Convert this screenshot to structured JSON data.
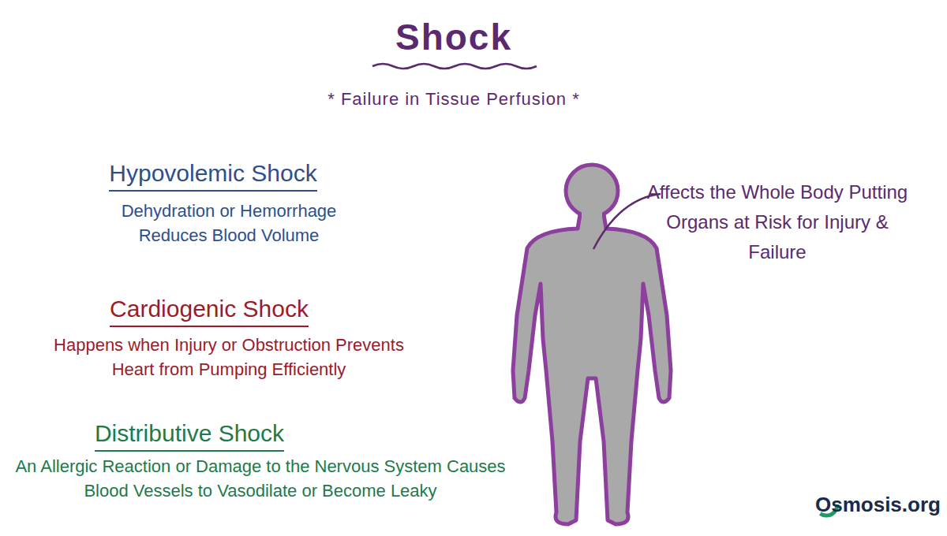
{
  "diagram": {
    "title": "Shock",
    "labels": [
      "* Failure in Tissue Perfusion *",
      "Hypovolemic Shock",
      "Dehydration or Hemorrhage Reduces Blood Volume",
      "Cardiogenic Shock",
      "Happens when Injury or Obstruction Prevents Heart from Pumping Efficiently",
      "Distributive Shock",
      "An Allergic Reaction or Damage to the Nervous System Causes Blood Vessels to Vasodilate or Become Leaky",
      "Affects the Whole Body Putting Organs at Risk for Injury & Failure",
      "Osmosis.org"
    ]
  }
}
